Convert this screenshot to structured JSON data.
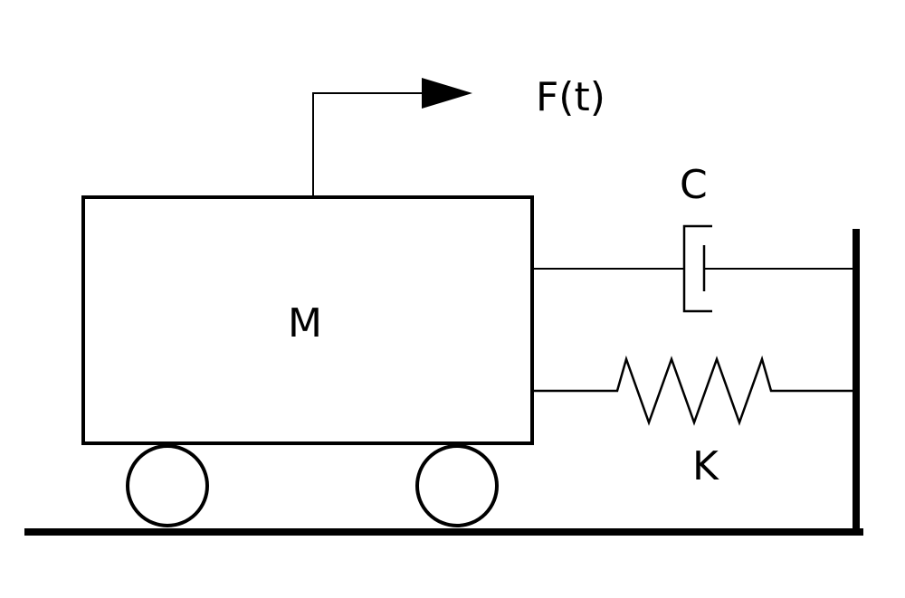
{
  "labels": {
    "force": "F(t)",
    "damper": "C",
    "mass": "M",
    "spring": "K"
  },
  "colors": {
    "stroke": "#000000",
    "background": "#ffffff"
  }
}
